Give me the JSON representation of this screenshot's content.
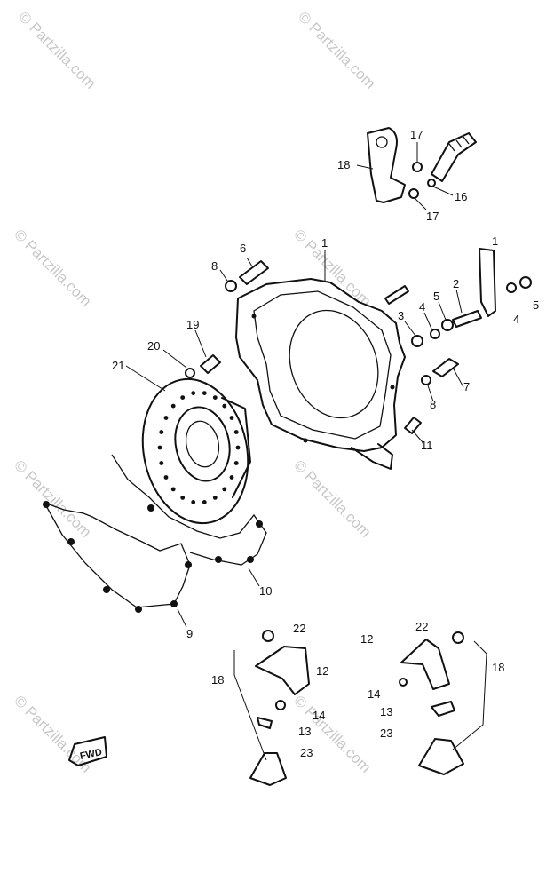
{
  "watermark": "© Partzilla.com",
  "fwd_label": "FWD",
  "labels": {
    "l1a": "1",
    "l1b": "1",
    "l2": "2",
    "l3": "3",
    "l4a": "4",
    "l4b": "4",
    "l5a": "5",
    "l5b": "5",
    "l6": "6",
    "l7": "7",
    "l8a": "8",
    "l8b": "8",
    "l9": "9",
    "l10": "10",
    "l11": "11",
    "l12a": "12",
    "l12b": "12",
    "l13a": "13",
    "l13b": "13",
    "l14a": "14",
    "l14b": "14",
    "l16": "16",
    "l17a": "17",
    "l17b": "17",
    "l18a": "18",
    "l18b": "18",
    "l18c": "18",
    "l19": "19",
    "l20": "20",
    "l21": "21",
    "l22a": "22",
    "l22b": "22",
    "l23a": "23",
    "l23b": "23"
  }
}
